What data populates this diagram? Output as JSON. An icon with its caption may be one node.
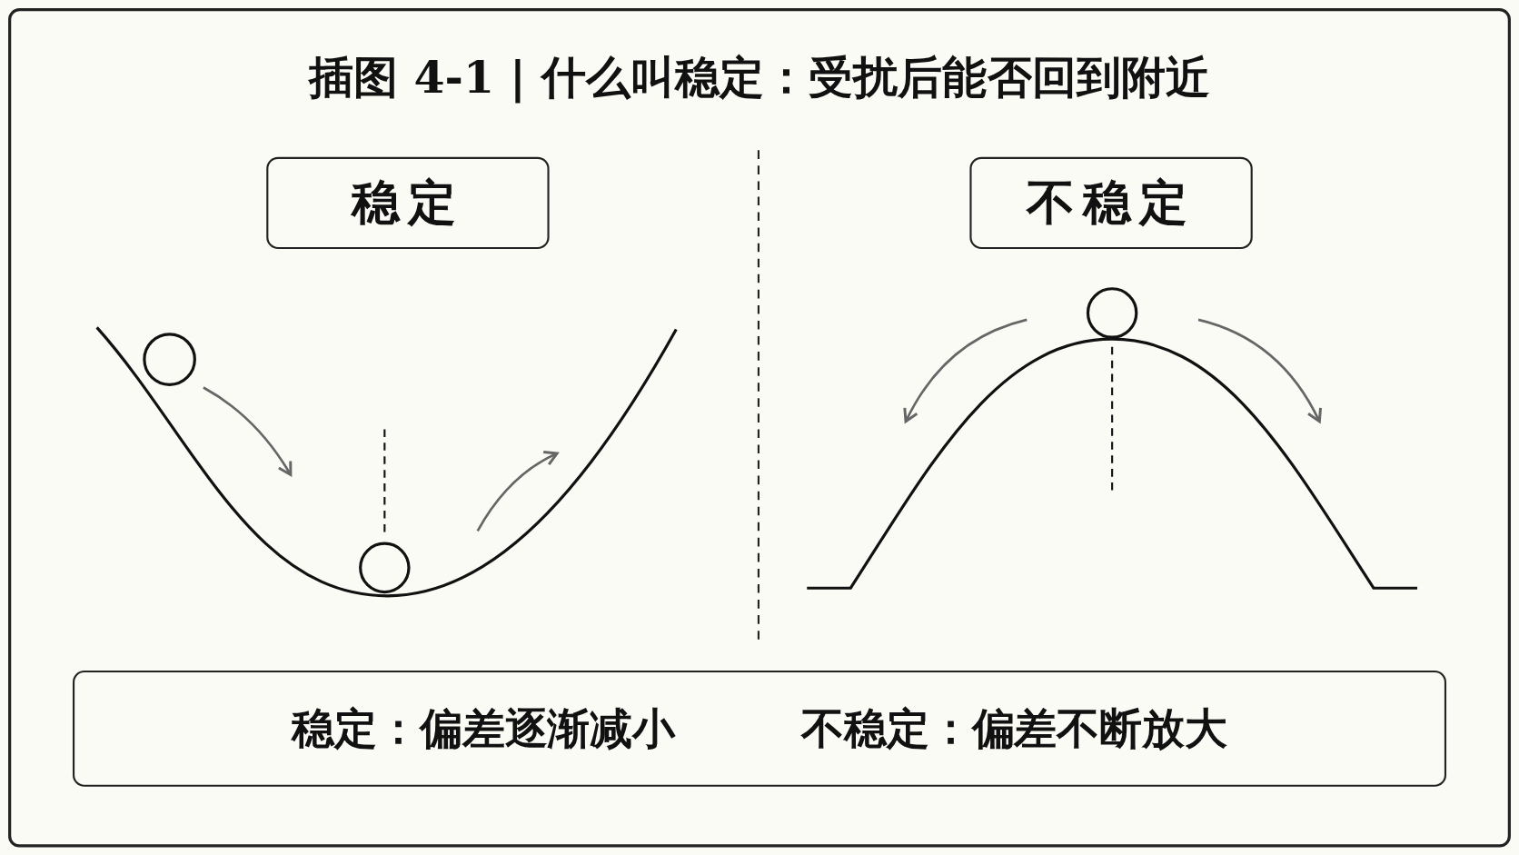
{
  "diagram": {
    "title": "插图 4-1 | 什么叫稳定：受扰后能否回到附近",
    "nodes": [
      {
        "text": [
          "稳定"
        ]
      },
      {
        "text": [
          "不稳定"
        ]
      },
      {
        "text": [
          "稳定：偏差逐渐减小",
          "不稳定：偏差不断放大"
        ]
      }
    ]
  }
}
